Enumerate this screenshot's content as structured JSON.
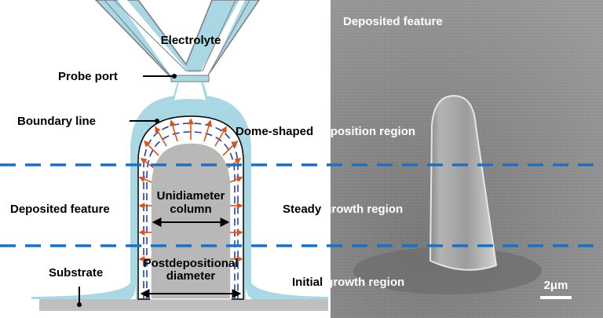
{
  "labels": {
    "electrolyte": "Electrolyte",
    "probe_port": "Probe port",
    "boundary_line": "Boundary line",
    "deposited_feature_left": "Deposited feature",
    "substrate": "Substrate",
    "unidiameter_line1": "Unidiameter",
    "unidiameter_line2": "column",
    "postdepositional_line1": "Postdepositional",
    "postdepositional_line2": "diameter"
  },
  "regions": {
    "dome": {
      "dark": "Dome-shaped",
      "light": "deposition region"
    },
    "steady": {
      "dark": "Steady",
      "light": "growth region"
    },
    "initial": {
      "dark": "Initial",
      "light": "growth region"
    }
  },
  "sem": {
    "title": "Deposited feature",
    "scale_bar": "2μm"
  },
  "colors": {
    "electrolyte": "#a9d8e4",
    "substrate": "#bfbfbf",
    "deposit": "#b8b8b8",
    "dashed_line": "#1f6fbf",
    "arrows": "#d9541e",
    "inner_dash": "#2a3f9e"
  }
}
